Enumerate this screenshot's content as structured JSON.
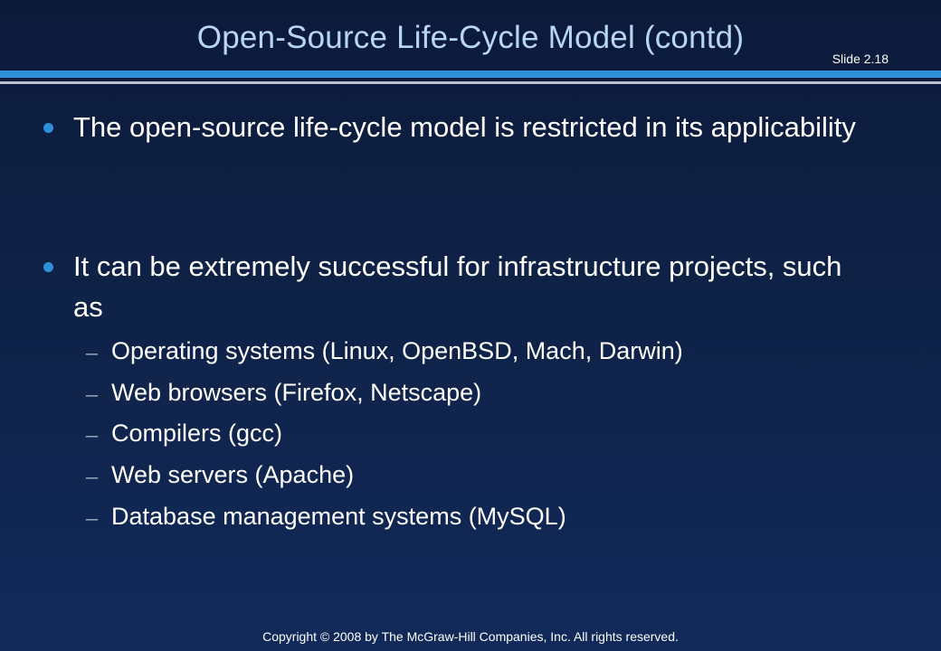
{
  "slide": {
    "title": "Open-Source Life-Cycle Model (contd)",
    "number": "Slide 2.18",
    "bullets": [
      "The open-source life-cycle model is restricted in its applicability",
      "It can be extremely successful for infrastructure projects, such as"
    ],
    "subbullets": [
      "Operating systems (Linux, OpenBSD, Mach, Darwin)",
      "Web browsers (Firefox, Netscape)",
      "Compilers (gcc)",
      "Web servers (Apache)",
      "Database management systems (MySQL)"
    ],
    "sub_marker": "–",
    "footer": "Copyright © 2008 by The McGraw-Hill Companies, Inc.  All rights reserved."
  },
  "colors": {
    "background_top": "#0c1a3a",
    "background_bottom": "#112a5a",
    "title": "#b7d6f2",
    "accent": "#2f8fd9",
    "rule_gray": "#b9c2cf",
    "text": "#ffffff"
  }
}
